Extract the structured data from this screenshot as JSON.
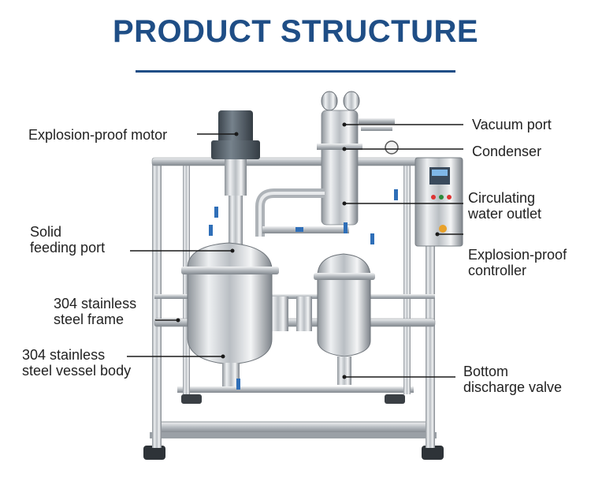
{
  "title": "PRODUCT STRUCTURE",
  "colors": {
    "title": "#1f4e86",
    "steel": "#c8ccd0",
    "motor": "#55606a",
    "handle": "#2f6fb8"
  },
  "labels": {
    "motor": "Explosion-proof motor",
    "feeding_1": "Solid",
    "feeding_2": "feeding port",
    "frame_1": "304 stainless",
    "frame_2": "steel frame",
    "vessel_1": "304 stainless",
    "vessel_2": "steel vessel body",
    "vacuum": "Vacuum port",
    "condenser": "Condenser",
    "water_1": "Circulating",
    "water_2": "water outlet",
    "controller_1": "Explosion-proof",
    "controller_2": "controller",
    "valve_1": "Bottom",
    "valve_2": "discharge valve"
  }
}
